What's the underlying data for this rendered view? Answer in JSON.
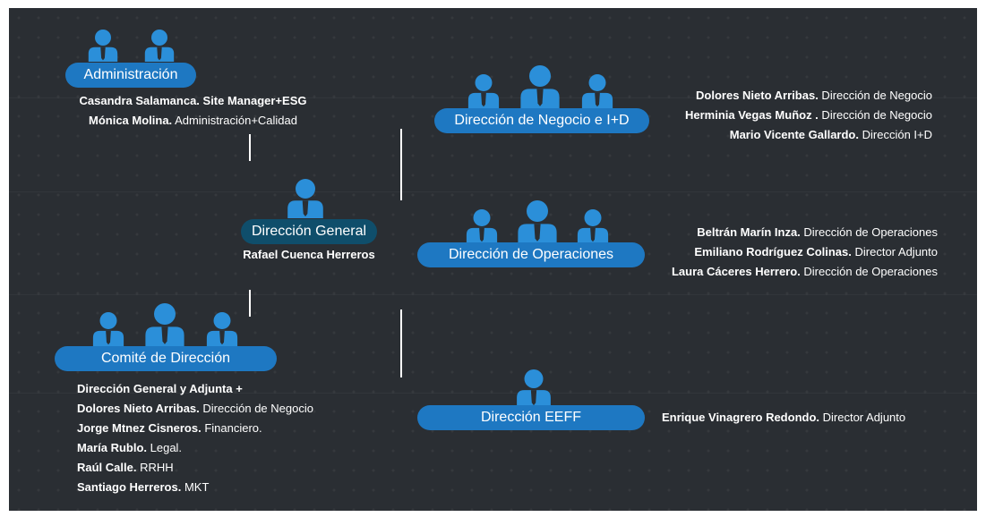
{
  "nodes": {
    "administracion": {
      "title": "Administración",
      "members": [
        {
          "name": "Casandra Salamanca. Site Manager+ESG",
          "role": ""
        },
        {
          "name": "Mónica Molina.",
          "role": " Administración+Calidad"
        }
      ]
    },
    "direccion_general": {
      "title": "Dirección General",
      "members": [
        {
          "name": "Rafael Cuenca Herreros",
          "role": ""
        }
      ]
    },
    "comite": {
      "title": "Comité de Dirección",
      "members": [
        {
          "name": "Dirección General y Adjunta +",
          "role": ""
        },
        {
          "name": "Dolores Nieto Arribas.",
          "role": " Dirección de Negocio"
        },
        {
          "name": "Jorge Mtnez Cisneros.",
          "role": " Financiero."
        },
        {
          "name": "María Rublo.",
          "role": " Legal."
        },
        {
          "name": "Raúl Calle.",
          "role": " RRHH"
        },
        {
          "name": "Santiago Herreros.",
          "role": " MKT"
        }
      ]
    },
    "negocio": {
      "title": "Dirección de Negocio e I+D",
      "members": [
        {
          "name": "Dolores Nieto Arribas.",
          "role": " Dirección de Negocio"
        },
        {
          "name": "Herminia Vegas Muñoz .",
          "role": " Dirección de Negocio"
        },
        {
          "name": "Mario Vicente Gallardo.",
          "role": " Dirección  I+D"
        }
      ]
    },
    "operaciones": {
      "title": "Dirección de Operaciones",
      "members": [
        {
          "name": "Beltrán Marín Inza.",
          "role": " Dirección de Operaciones"
        },
        {
          "name": "Emiliano Rodríguez Colinas.",
          "role": " Director Adjunto"
        },
        {
          "name": "Laura Cáceres Herrero.",
          "role": " Dirección de Operaciones"
        }
      ]
    },
    "eeff": {
      "title": "Dirección EEFF",
      "members": [
        {
          "name": "Enrique Vinagrero Redondo.",
          "role": " Director Adjunto"
        }
      ]
    }
  },
  "icons": {
    "person_group": "people-group-icon",
    "person_single": "person-icon"
  },
  "colors": {
    "background": "#2a2e33",
    "person": "#2b8fd9",
    "pill": "#1e78c2",
    "pill_dark": "#0f4e6b",
    "text": "#ffffff"
  }
}
